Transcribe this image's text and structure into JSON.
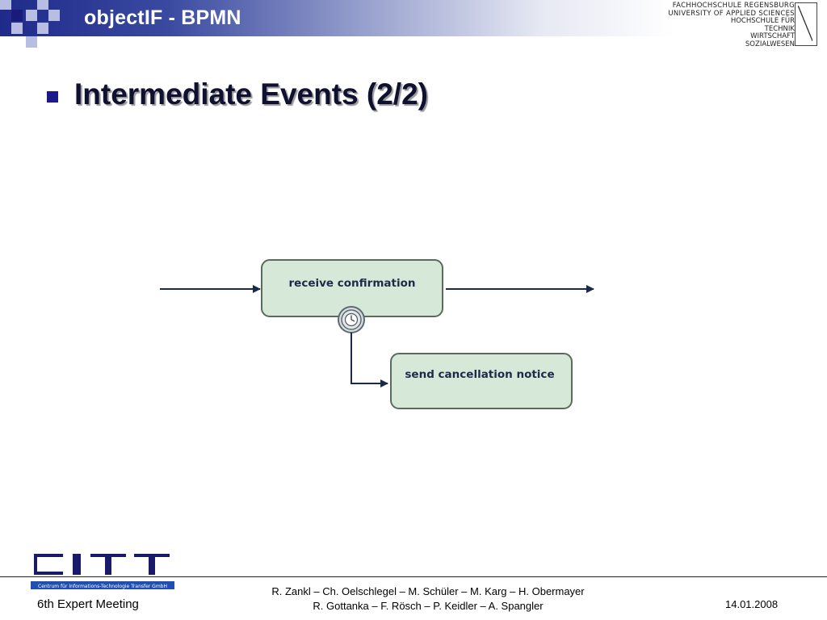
{
  "header": {
    "title": "objectIF - BPMN",
    "university_logo": {
      "lines": [
        "FACHHOCHSCHULE REGENSBURG",
        "UNIVERSITY OF APPLIED SCIENCES",
        "HOCHSCHULE FÜR",
        "TECHNIK",
        "WIRTSCHAFT",
        "SOZIALWESEN"
      ]
    },
    "accent_colors": {
      "dark_blue": "#1f2a8a",
      "light_blue": "#aab0dd"
    }
  },
  "slide": {
    "title": "Intermediate Events (2/2)"
  },
  "diagram": {
    "tasks": [
      {
        "label": "receive confirmation"
      },
      {
        "label": "send cancellation notice"
      }
    ],
    "boundary_event": {
      "icon": "timer-icon",
      "type": "intermediate timer event"
    },
    "colors": {
      "task_fill": "#d6e9d8",
      "task_stroke": "#5a6b5c",
      "arrow": "#1a2a4a"
    }
  },
  "footer": {
    "logo_text": "Centrum für Informations-Technologie Transfer GmbH",
    "event": "6th Expert Meeting",
    "authors_line1": "R. Zankl – Ch. Oelschlegel – M. Schüler – M. Karg – H. Obermayer",
    "authors_line2": "R. Gottanka – F. Rösch – P. Keidler – A. Spangler",
    "date": "14.01.2008"
  }
}
